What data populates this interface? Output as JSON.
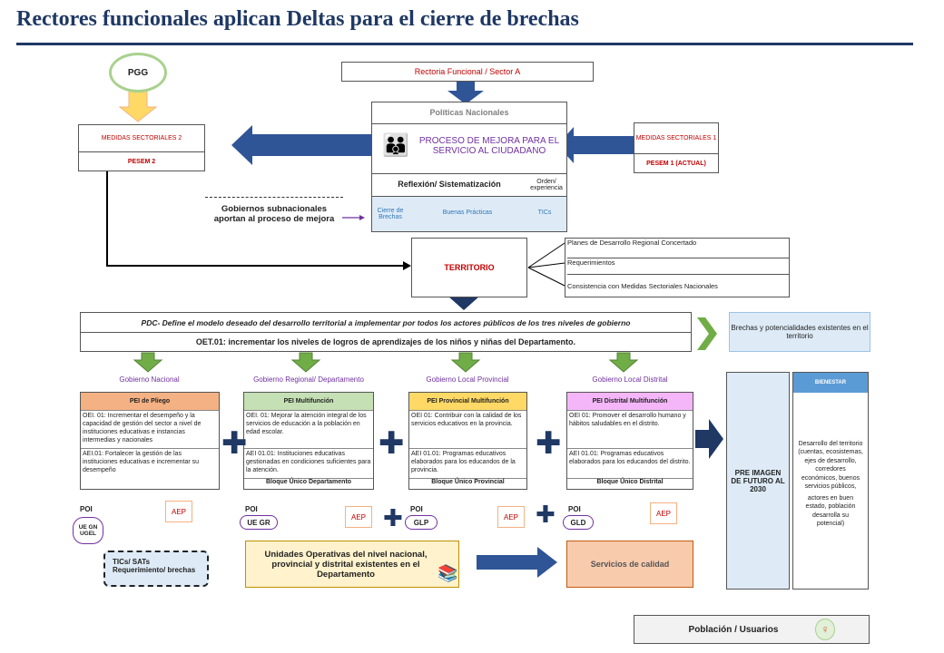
{
  "title": "Rectores funcionales aplican Deltas para el cierre de brechas",
  "pgg": "PGG",
  "rectoria": "Rectoria Funcional / Sector A",
  "politicas": "Políticas Nacionales",
  "proceso": "PROCESO DE MEJORA PARA EL SERVICIO AL CIUDADANO",
  "reflexion": "Reflexión/ Sistematización",
  "orden": "Orden/ experiencia",
  "cierre": "Cierre de Brechas",
  "buenas": "Buenas Prácticas",
  "tics": "TICs",
  "medidas2": "MEDIDAS SECTORIALES 2",
  "pesem2": "PESEM 2",
  "medidas1": "MEDIDAS SECTORIALES 1",
  "pesem1": "PESEM 1 (ACTUAL)",
  "subnac": "Gobiernos subnacionales aportan al proceso de mejora",
  "territorio": "TERRITORIO",
  "planes": [
    "Planes de Desarrollo Regional Concertado",
    "Requerimientos",
    "Consistencia con Medidas Sectoriales Nacionales"
  ],
  "pdc": "PDC- Define el modelo deseado del desarrollo territorial a implementar por todos los actores públicos de los tres niveles de gobierno",
  "oet": "OET.01: incrementar los niveles de logros de aprendizajes de los niños y niñas del Departamento.",
  "brechas": "Brechas y potencialidades existentes en el territorio",
  "gobiernos": [
    {
      "label": "Gobierno Nacional",
      "head": "PEI de Pliego",
      "color": "#f4b183",
      "oei": "OEI. 01: Incrementar el desempeño y la capacidad de gestión del sector a nivel de instituciones educativas e instancias intermedias y nacionales",
      "aei": "AEI.01: Fortalecer la gestión de las instituciones educativas e incrementar su desempeño",
      "foot": ""
    },
    {
      "label": "Gobierno Regional/ Departamento",
      "head": "PEI Multifunción",
      "color": "#c5e0b4",
      "oei": "OEI. 01: Mejorar la atención integral de los servicios de educación a la población en edad escolar.",
      "aei": "AEI 01.01: Instituciones educativas gestionadas en condiciones suficientes para la atención.",
      "foot": "Bloque Único Departamento"
    },
    {
      "label": "Gobierno Local Provincial",
      "head": "PEI Provincial Multifunción",
      "color": "#ffd966",
      "oei": "OEI 01: Contribuir con la calidad de los servicios educativos en la provincia.",
      "aei": "AEI 01.01: Programas educativos elaborados para los educandos de la provincia.",
      "foot": "Bloque Único Provincial"
    },
    {
      "label": "Gobierno Local Distrital",
      "head": "PEI Distrital Multifunción",
      "color": "#f4b6f9",
      "oei": "OEI 01: Promover el desarrollo humano y hábitos saludables en el distrito.",
      "aei": "AEI 01.01: Programas educativos elaborados para los educandos del distrito.",
      "foot": "Bloque Único Distrital"
    }
  ],
  "poi": "POI",
  "aep": "AEP",
  "ovals": [
    "UE GN UGEL",
    "UE GR",
    "GLP",
    "GLD"
  ],
  "tics_box": "TICs/ SATs Requerimiento/ brechas",
  "unidades": "Unidades Operativas del nivel nacional, provincial y distrital existentes en el Departamento",
  "servicios": "Servicios de calidad",
  "preimagen": "PRE IMAGEN DE FUTURO AL 2030",
  "bienestar": "BIENESTAR",
  "desarrollo": "Desarrollo del territorio (cuentas, ecosistemas, ejes de desarrollo, corredores económicos, buenos servicios públicos,",
  "actores": "actores en buen estado, población desarrolla su potencial)",
  "poblacion": "Población / Usuarios"
}
